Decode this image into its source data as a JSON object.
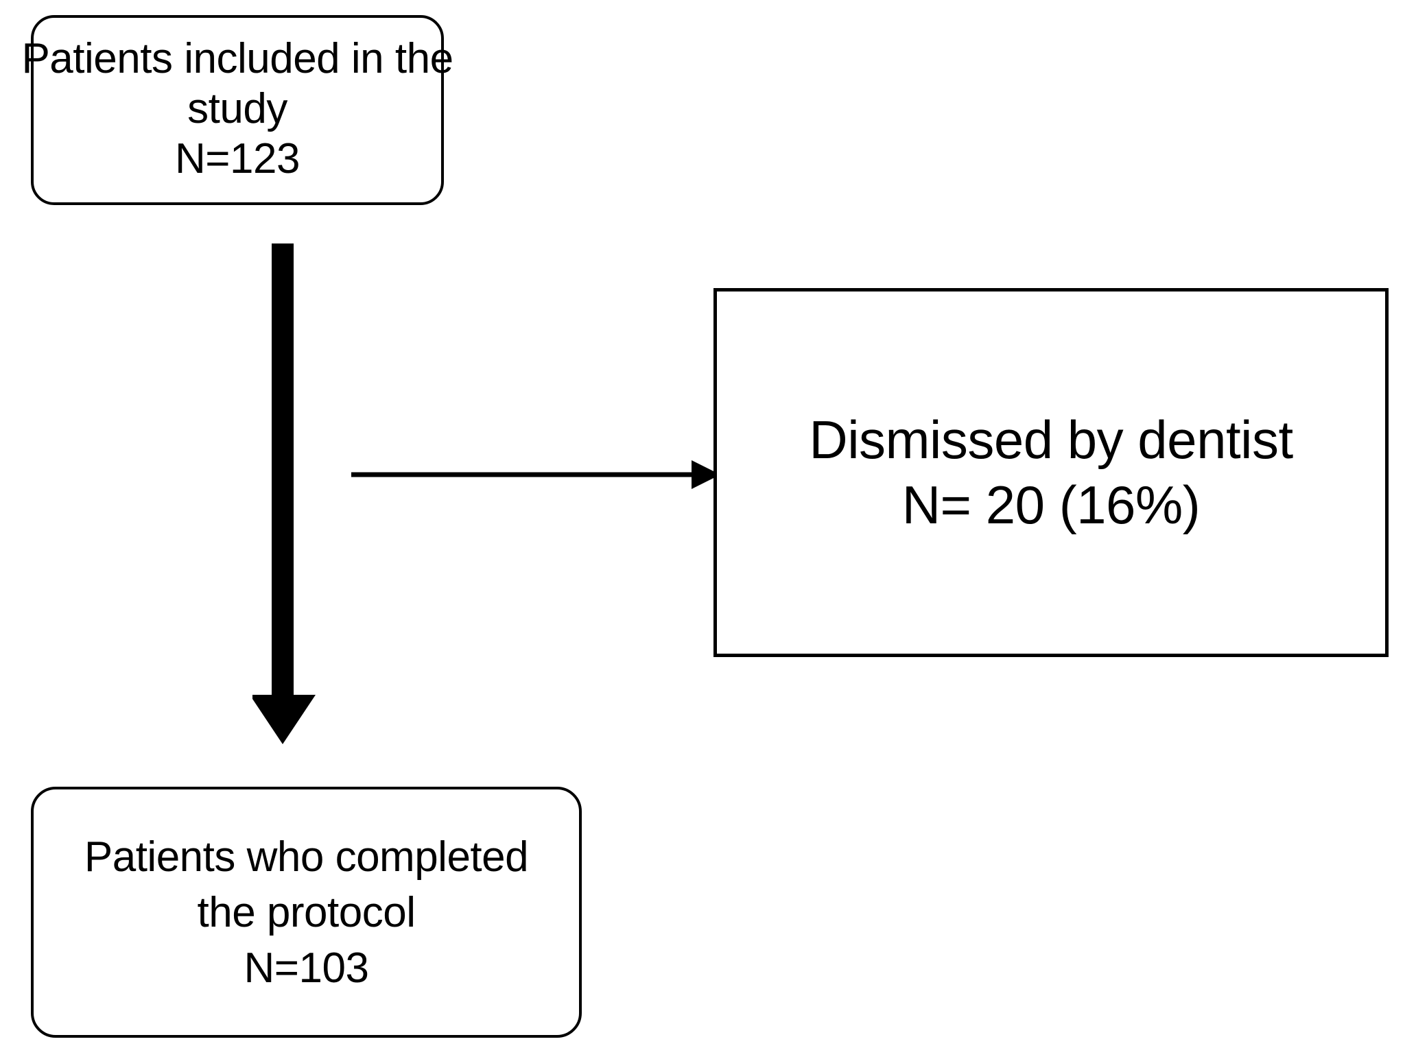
{
  "diagram": {
    "title": "Patient flow diagram",
    "background_color": "#ffffff",
    "stroke_color": "#000000",
    "nodes": [
      {
        "id": "included",
        "shape": "rounded-rectangle",
        "lines": [
          "Patients included in the",
          "study",
          "N=123"
        ]
      },
      {
        "id": "dismissed",
        "shape": "rectangle",
        "lines": [
          "Dismissed by dentist",
          "N= 20 (16%)"
        ]
      },
      {
        "id": "completed",
        "shape": "rounded-rectangle",
        "lines": [
          "Patients who completed",
          "the protocol",
          "N=103"
        ]
      }
    ],
    "connectors": [
      {
        "id": "vertical-arrow",
        "from": "included",
        "to": "completed",
        "direction": "down",
        "style": "thick-solid-block"
      },
      {
        "id": "horizontal-arrow",
        "from": "included",
        "to": "dismissed",
        "direction": "right",
        "style": "thin-solid-line"
      }
    ]
  }
}
